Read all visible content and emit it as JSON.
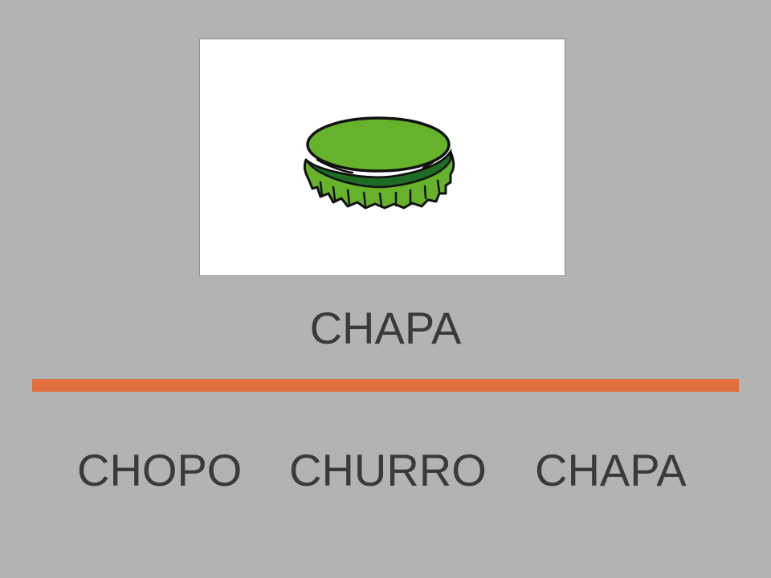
{
  "picture": {
    "icon": "bottle-cap-icon",
    "cap_fill": "#66b22b",
    "cap_band": "#1e6b24",
    "outline": "#111111"
  },
  "target_word": "CHAPA",
  "divider_color": "#e07040",
  "options": [
    {
      "label": "CHOPO"
    },
    {
      "label": "CHURRO"
    },
    {
      "label": "CHAPA"
    }
  ]
}
